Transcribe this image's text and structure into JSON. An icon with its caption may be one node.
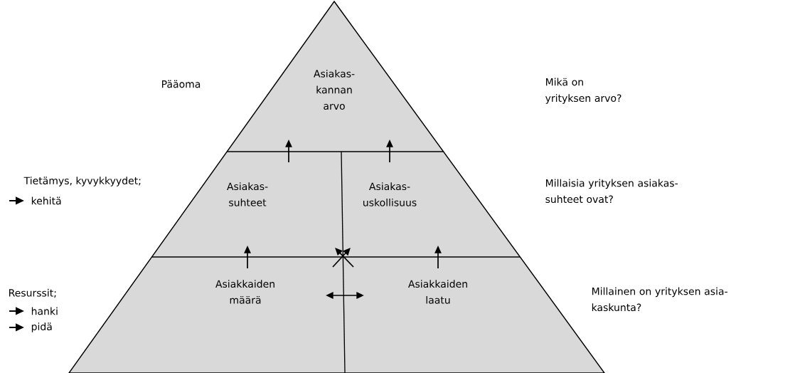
{
  "diagram": {
    "nodes": [
      {
        "text": [
          "Asiakas- kannan arvo"
        ]
      },
      {
        "text": [
          "Asiakas- suhteet"
        ]
      },
      {
        "text": [
          "Asiakas- uskollisuus"
        ]
      },
      {
        "text": [
          "Asiakkaiden määrä"
        ]
      },
      {
        "text": [
          "Asiakkaiden laatu"
        ]
      }
    ],
    "edges": [
      {
        "from": 1,
        "to": 0,
        "arrow": "to"
      },
      {
        "from": 2,
        "to": 0,
        "arrow": "to"
      },
      {
        "from": 3,
        "to": 1,
        "arrow": "to"
      },
      {
        "from": 4,
        "to": 2,
        "arrow": "to"
      },
      {
        "from": 3,
        "to": 2,
        "arrow": "to"
      },
      {
        "from": 4,
        "to": 1,
        "arrow": "to"
      },
      {
        "from": 3,
        "to": 4,
        "arrow": "both"
      }
    ],
    "labels": [
      "Pääoma",
      "Mikä on yrityksen arvo?",
      "Tietämys, kyvykkyydet;",
      "kehitä",
      "Millaisia yrityksen asiakas- suhteet ovat?",
      "Resurssit;",
      "hanki",
      "pidä",
      "Millainen on yrityksen asia- kaskunta?"
    ]
  }
}
